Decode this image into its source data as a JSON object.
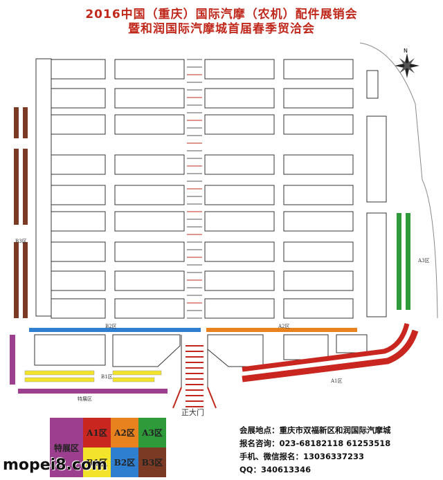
{
  "title_line1": "2016中国（重庆）国际汽摩（农机）配件展销会",
  "title_line2": "暨和润国际汽摩城首届春季贸洽会",
  "zone_labels": {
    "b3": "B3区",
    "b2": "B2区",
    "b1": "B1区",
    "a2": "A2区",
    "a1": "A1区",
    "a3": "A3区",
    "special": "特展区",
    "main_gate": "正大门"
  },
  "legend": {
    "special": "特展区",
    "a1": "A1区",
    "a2": "A2区",
    "a3": "A3区",
    "b1": "B1区",
    "b2": "B2区",
    "b3": "B3区",
    "colors": {
      "special": "#9b3f8e",
      "a1": "#c8261e",
      "a2": "#e8821e",
      "a3": "#2e9a3a",
      "b1": "#f2e32b",
      "b2": "#2f7fd0",
      "b3": "#7a3a24"
    }
  },
  "info": {
    "venue": "会展地点：重庆市双福新区和润国际汽摩城",
    "phone": "报名咨询：023-68182118  61253518",
    "mobile": "手机、微信报名：13036337233",
    "qq": "QQ：340613346"
  },
  "watermark": "mopei8.com",
  "compass": "N"
}
